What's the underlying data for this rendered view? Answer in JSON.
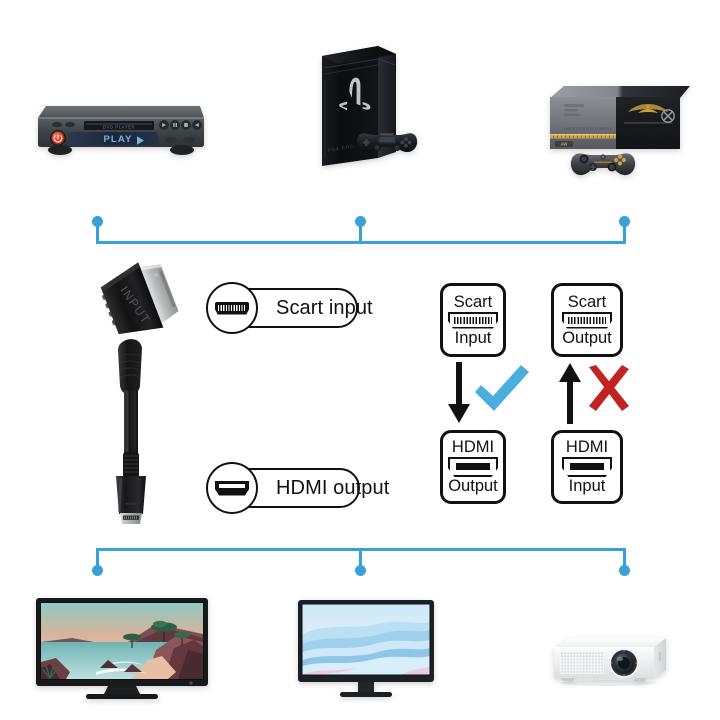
{
  "page": {
    "title": "Scart to HDMI adapter connection diagram",
    "background": "#ffffff",
    "accent_blue": "#3aa0d8",
    "check_blue": "#4aaede",
    "cross_red": "#c42222"
  },
  "sources": {
    "bracket_label": "source-devices-bracket",
    "devices": [
      {
        "name": "dvd-player",
        "label": "DVD / Blu-ray player",
        "display_text": "PLAY",
        "play_glyph": "▶",
        "power_color": "#cc2222"
      },
      {
        "name": "playstation-console",
        "label": "PlayStation 4 Pro console",
        "logo": "PS"
      },
      {
        "name": "xbox-console",
        "label": "Xbox One console",
        "logo": "xbox-logo"
      }
    ]
  },
  "adapter": {
    "name": "scart-to-hdmi-adapter",
    "emboss_text": "INPUT",
    "labels": [
      {
        "key": "scart_input",
        "text": "Scart input",
        "icon": "scart-connector-icon"
      },
      {
        "key": "hdmi_output",
        "text": "HDMI output",
        "icon": "hdmi-connector-icon"
      }
    ]
  },
  "direction_diagram": {
    "correct": {
      "from": {
        "top_text": "Scart",
        "bottom_text": "Input",
        "icon": "scart-connector-icon"
      },
      "to": {
        "top_text": "HDMI",
        "bottom_text": "Output",
        "icon": "hdmi-connector-icon"
      },
      "arrow": "down-arrow",
      "verdict": "check",
      "verdict_glyph": "✔"
    },
    "incorrect": {
      "from": {
        "top_text": "Scart",
        "bottom_text": "Output",
        "icon": "scart-connector-icon"
      },
      "to": {
        "top_text": "HDMI",
        "bottom_text": "Input",
        "icon": "hdmi-connector-icon"
      },
      "arrow": "up-arrow",
      "verdict": "cross",
      "verdict_glyph": "✖"
    }
  },
  "outputs": {
    "bracket_label": "display-devices-bracket",
    "devices": [
      {
        "name": "television",
        "label": "TV with coastal landscape wallpaper"
      },
      {
        "name": "computer-monitor",
        "label": "Monitor with blue abstract wallpaper"
      },
      {
        "name": "projector",
        "label": "White video projector"
      }
    ]
  }
}
